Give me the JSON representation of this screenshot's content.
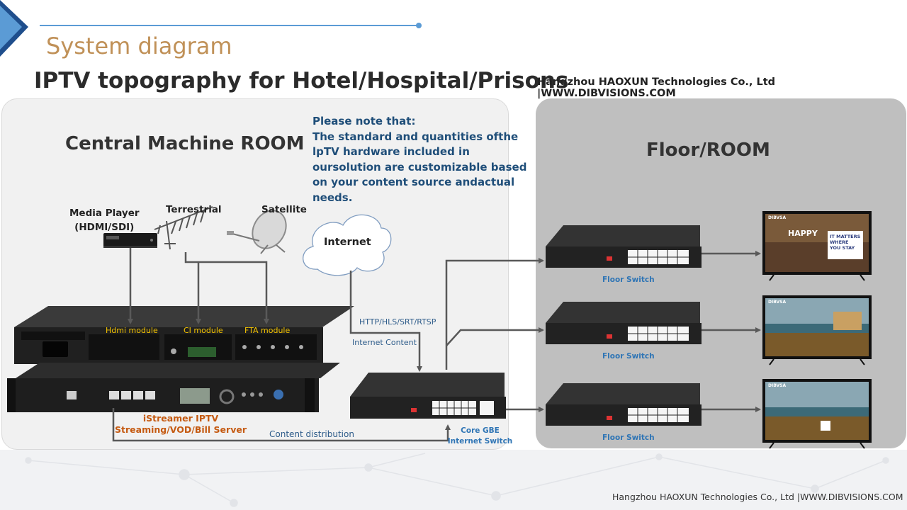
{
  "header": {
    "title": "System diagram",
    "heading": "IPTV topography for Hotel/Hospital/Prisons",
    "company_top": "Hangzhou HAOXUN Technologies Co., Ltd |WWW.DIBVISIONS.COM",
    "company_bottom": "Hangzhou HAOXUN Technologies Co., Ltd |WWW.DIBVISIONS.COM"
  },
  "colors": {
    "accent_blue": "#5b9bd5",
    "title_tan": "#c09158",
    "note_blue": "#1f4e79",
    "module_yellow": "#f5c400",
    "server_orange": "#c55a11",
    "switch_label_blue": "#2f75b5",
    "floor_panel": "#bfbfbf"
  },
  "central_room": {
    "title": "Central Machine ROOM",
    "note_lines": [
      "Please note that:",
      "The standard and quantities ofthe",
      "lpTV hardware included in",
      "oursolution are customizable based",
      "on your content source andactual",
      "needs."
    ],
    "sources": {
      "media_player_line1": "Media Player",
      "media_player_line2": "(HDMI/SDI)",
      "terrestrial": "Terrestrial",
      "satellite": "Satellite"
    },
    "modules": {
      "hdmi": "Hdmi module",
      "ci": "CI module",
      "fta": "FTA module"
    },
    "server": {
      "line1": "iStreamer IPTV",
      "line2": "Streaming/VOD/Bill Server"
    },
    "internet": "Internet",
    "protocols": "HTTP/HLS/SRT/RTSP",
    "internet_content": "Internet Content",
    "content_distribution": "Content distribution",
    "core_switch_line1": "Core GBE",
    "core_switch_line2": "Internet Switch"
  },
  "floor_room": {
    "title": "Floor/ROOM",
    "switch_labels": [
      "Floor Switch",
      "Floor Switch",
      "Floor Switch"
    ],
    "tv_texts": {
      "tv1_headline": "HAPPY",
      "tv1_side": "IT MATTERS WHERE YOU STAY",
      "brand": "DIBVSA"
    }
  },
  "icons": [
    "title-chevron-icon",
    "set-top-box-icon",
    "antenna-icon",
    "satellite-dish-icon",
    "cloud-icon",
    "ethernet-switch-icon",
    "television-icon",
    "rack-device-icon",
    "arrow-icon"
  ]
}
